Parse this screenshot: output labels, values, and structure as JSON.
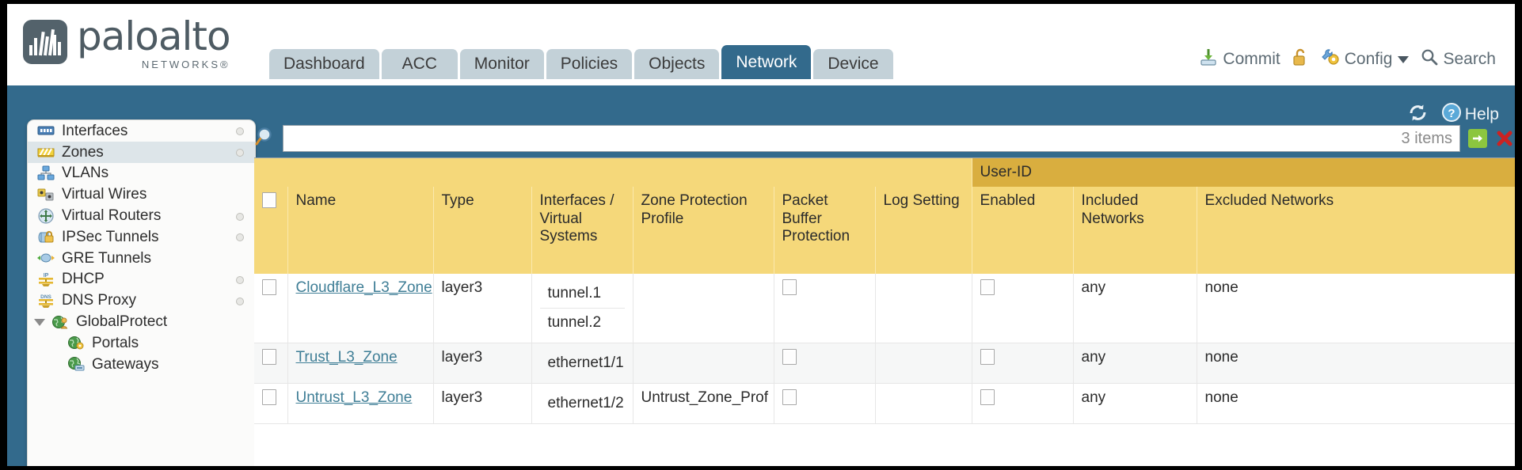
{
  "brand": {
    "name": "paloalto",
    "tagline": "NETWORKS",
    "registered": "®"
  },
  "nav": {
    "tabs": [
      {
        "label": "Dashboard",
        "active": false
      },
      {
        "label": "ACC",
        "active": false
      },
      {
        "label": "Monitor",
        "active": false
      },
      {
        "label": "Policies",
        "active": false
      },
      {
        "label": "Objects",
        "active": false
      },
      {
        "label": "Network",
        "active": true
      },
      {
        "label": "Device",
        "active": false
      }
    ]
  },
  "top_actions": {
    "commit": "Commit",
    "config": "Config",
    "search": "Search"
  },
  "blue_actions": {
    "help": "Help"
  },
  "sidebar": {
    "items": [
      {
        "label": "Interfaces",
        "icon": "interfaces-icon",
        "selected": false,
        "dot": true,
        "child": false,
        "parent": false
      },
      {
        "label": "Zones",
        "icon": "zones-icon",
        "selected": true,
        "dot": true,
        "child": false,
        "parent": false
      },
      {
        "label": "VLANs",
        "icon": "vlans-icon",
        "selected": false,
        "dot": false,
        "child": false,
        "parent": false
      },
      {
        "label": "Virtual Wires",
        "icon": "virtual-wires-icon",
        "selected": false,
        "dot": false,
        "child": false,
        "parent": false
      },
      {
        "label": "Virtual Routers",
        "icon": "virtual-routers-icon",
        "selected": false,
        "dot": true,
        "child": false,
        "parent": false
      },
      {
        "label": "IPSec Tunnels",
        "icon": "ipsec-tunnels-icon",
        "selected": false,
        "dot": true,
        "child": false,
        "parent": false
      },
      {
        "label": "GRE Tunnels",
        "icon": "gre-tunnels-icon",
        "selected": false,
        "dot": false,
        "child": false,
        "parent": false
      },
      {
        "label": "DHCP",
        "icon": "dhcp-icon",
        "selected": false,
        "dot": true,
        "child": false,
        "parent": false
      },
      {
        "label": "DNS Proxy",
        "icon": "dns-proxy-icon",
        "selected": false,
        "dot": true,
        "child": false,
        "parent": false
      },
      {
        "label": "GlobalProtect",
        "icon": "globalprotect-icon",
        "selected": false,
        "dot": false,
        "child": false,
        "parent": true
      },
      {
        "label": "Portals",
        "icon": "portals-icon",
        "selected": false,
        "dot": false,
        "child": true,
        "parent": false
      },
      {
        "label": "Gateways",
        "icon": "gateways-icon",
        "selected": false,
        "dot": false,
        "child": true,
        "parent": false
      }
    ]
  },
  "search": {
    "value": "",
    "placeholder": "",
    "item_count": "3 items"
  },
  "table": {
    "group_header": "User-ID",
    "columns": [
      "Name",
      "Type",
      "Interfaces / Virtual Systems",
      "Zone Protection Profile",
      "Packet Buffer Protection",
      "Log Setting",
      "Enabled",
      "Included Networks",
      "Excluded Networks"
    ],
    "rows": [
      {
        "selected": false,
        "name": "Cloudflare_L3_Zone",
        "type": "layer3",
        "interfaces": [
          "tunnel.1",
          "tunnel.2"
        ],
        "zone_protection_profile": "",
        "packet_buffer_protection": false,
        "log_setting": "",
        "userid_enabled": false,
        "included_networks": "any",
        "excluded_networks": "none"
      },
      {
        "selected": false,
        "name": "Trust_L3_Zone",
        "type": "layer3",
        "interfaces": [
          "ethernet1/1"
        ],
        "zone_protection_profile": "",
        "packet_buffer_protection": false,
        "log_setting": "",
        "userid_enabled": false,
        "included_networks": "any",
        "excluded_networks": "none"
      },
      {
        "selected": false,
        "name": "Untrust_L3_Zone",
        "type": "layer3",
        "interfaces": [
          "ethernet1/2"
        ],
        "zone_protection_profile": "Untrust_Zone_Prof",
        "packet_buffer_protection": false,
        "log_setting": "",
        "userid_enabled": false,
        "included_networks": "any",
        "excluded_networks": "none"
      }
    ]
  },
  "colors": {
    "brand_blue": "#336a8c",
    "tab_inactive": "#c3d1d8",
    "table_header": "#f5d87a",
    "group_header": "#d9ae3f",
    "link": "#3f7e96",
    "go_green": "#8cc63f",
    "close_red": "#cc2222"
  }
}
